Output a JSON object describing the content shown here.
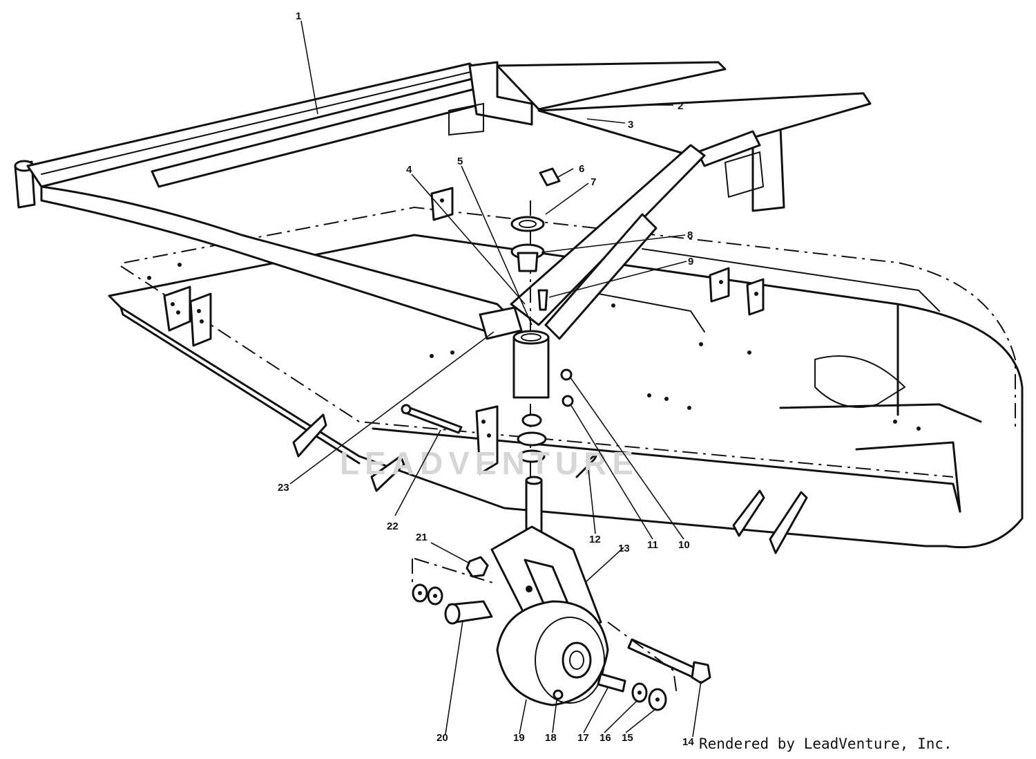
{
  "watermark": "LEADVENTURE",
  "footer_credit": "Rendered by LeadVenture, Inc.",
  "callouts": [
    "1",
    "2",
    "3",
    "4",
    "5",
    "6",
    "7",
    "8",
    "9",
    "10",
    "11",
    "12",
    "13",
    "14",
    "15",
    "16",
    "17",
    "18",
    "19",
    "20",
    "21",
    "22",
    "23"
  ]
}
